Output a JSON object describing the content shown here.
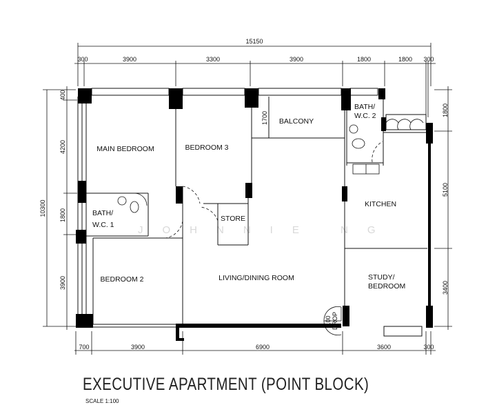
{
  "title": "EXECUTIVE APARTMENT (POINT BLOCK)",
  "scale": "SCALE 1:100",
  "watermark": "JOHNNIE NG",
  "dimensions": {
    "top_total": "15150",
    "top": [
      "300",
      "3900",
      "3300",
      "3900",
      "1800",
      "1800",
      "300"
    ],
    "left_total": "10300",
    "left": [
      "400",
      "4200",
      "1800",
      "3900"
    ],
    "right": [
      "1800",
      "5100",
      "3400"
    ],
    "bottom": [
      "700",
      "3900",
      "6900",
      "3600",
      "300"
    ]
  },
  "rooms": {
    "main_bedroom": "MAIN BEDROOM",
    "bedroom3": "BEDROOM 3",
    "balcony": "BALCONY",
    "balcony_dim": "1700",
    "bath2_l1": "BATH/",
    "bath2_l2": "W.C. 2",
    "kitchen": "KITCHEN",
    "bath1_l1": "BATH/",
    "bath1_l2": "W.C. 1",
    "store": "STORE",
    "living": "LIVING/DINING ROOM",
    "bedroom2": "BEDROOM 2",
    "study_l1": "STUDY/",
    "study_l2": "BEDROOM",
    "drop_l1": "100",
    "drop_l2": "DROP"
  }
}
